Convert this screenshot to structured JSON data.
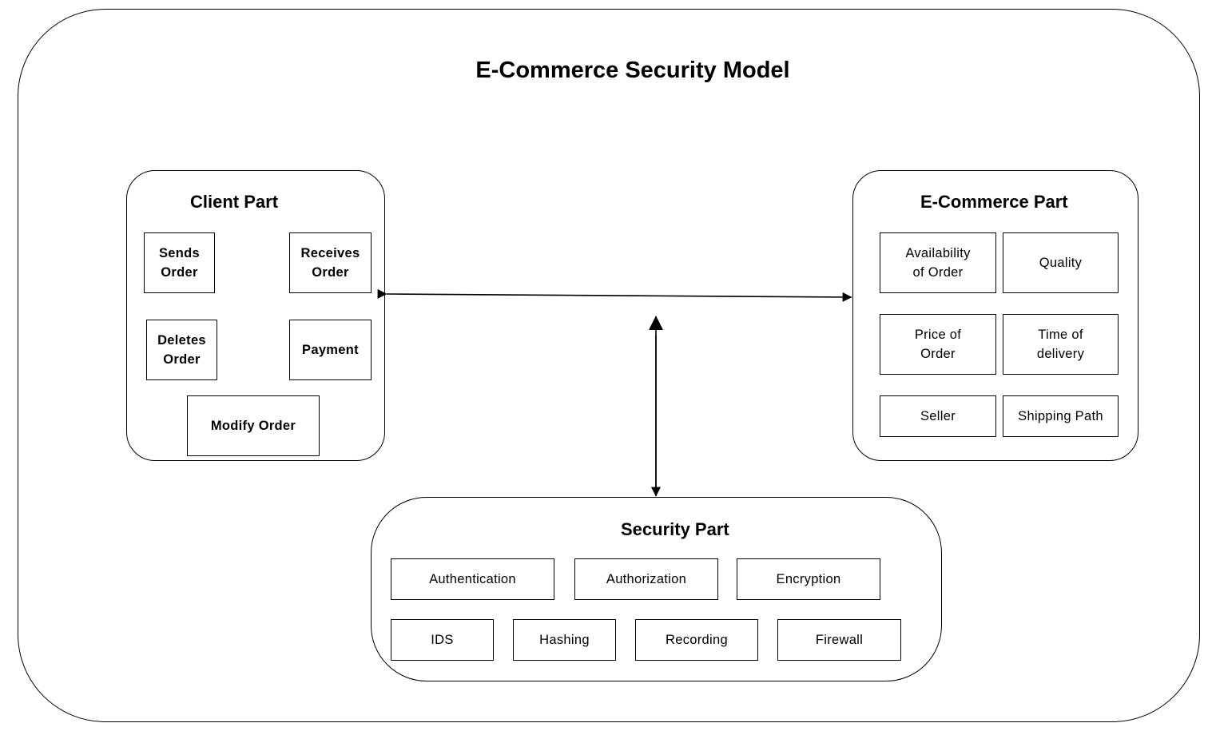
{
  "title": "E-Commerce Security Model",
  "client_part": {
    "title": "Client Part",
    "sends_order": "Sends\nOrder",
    "receives_order": "Receives\nOrder",
    "deletes_order": "Deletes\nOrder",
    "payment": "Payment",
    "modify_order": "Modify Order"
  },
  "ecommerce_part": {
    "title": "E-Commerce Part",
    "availability": "Availability\nof Order",
    "quality": "Quality",
    "price": "Price of\nOrder",
    "time_of_delivery": "Time of\ndelivery",
    "seller": "Seller",
    "shipping_path": "Shipping Path"
  },
  "security_part": {
    "title": "Security Part",
    "authentication": "Authentication",
    "authorization": "Authorization",
    "encryption": "Encryption",
    "ids": "IDS",
    "hashing": "Hashing",
    "recording": "Recording",
    "firewall": "Firewall"
  }
}
